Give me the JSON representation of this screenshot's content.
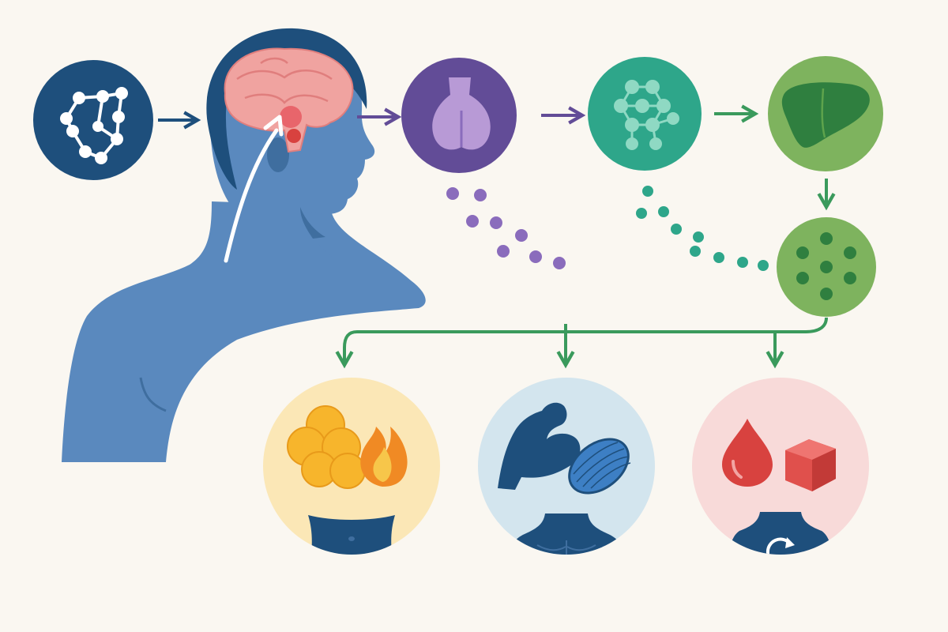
{
  "diagram": {
    "title": "",
    "colors": {
      "background": "#faf7f1",
      "navy": "#1e4f7c",
      "body_blue": "#5a89be",
      "purple": "#624c97",
      "teal": "#2ea68a",
      "green": "#7eb35e",
      "green_arrow": "#3a9a5c",
      "brain_pink": "#f0a3a0",
      "fat_bg": "#fbe7b6",
      "muscle_bg": "#d3e5ee",
      "blood_bg": "#f8dad9",
      "flame_orange": "#f08a24",
      "fat_yellow": "#f7b52c",
      "blood_red": "#d8423f"
    },
    "nodes": [
      {
        "id": "molecule",
        "icon": "molecule-structure-icon"
      },
      {
        "id": "head-brain",
        "icon": "brain-hypothalamus-icon"
      },
      {
        "id": "pituitary",
        "icon": "pituitary-gland-icon"
      },
      {
        "id": "hormone-cluster",
        "icon": "hormone-molecules-icon"
      },
      {
        "id": "liver",
        "icon": "liver-icon"
      },
      {
        "id": "circulating-factor",
        "icon": "circulating-particles-icon"
      },
      {
        "id": "fat-metabolism",
        "icon": "fat-burning-icon"
      },
      {
        "id": "muscle-growth",
        "icon": "muscle-icon"
      },
      {
        "id": "blood-glucose",
        "icon": "blood-sugar-icon"
      }
    ]
  }
}
